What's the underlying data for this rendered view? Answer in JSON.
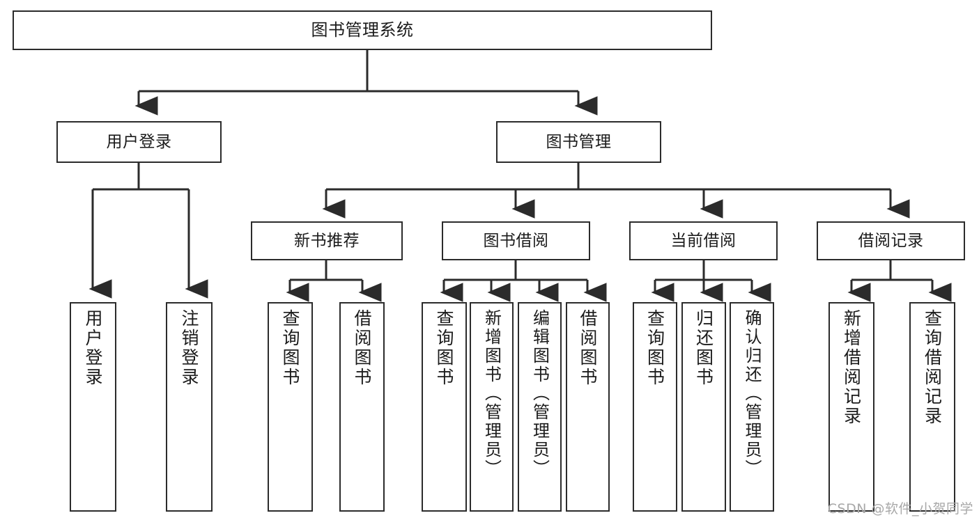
{
  "diagram": {
    "title": "图书管理系统",
    "type": "tree-hierarchy",
    "watermark": "CSDN @软件_小贺同学",
    "colors": {
      "box_border": "#2b2b2b",
      "box_fill": "#ffffff",
      "edge": "#2b2b2b",
      "text": "#1b1b1b",
      "watermark": "#a8a8a8",
      "background": "#ffffff"
    },
    "levels": {
      "level1": [
        {
          "id": "root",
          "label": "图书管理系统"
        }
      ],
      "level2": [
        {
          "id": "user-login",
          "label": "用户登录"
        },
        {
          "id": "book-manage",
          "label": "图书管理"
        }
      ],
      "level3": [
        {
          "id": "new-book-rec",
          "label": "新书推荐"
        },
        {
          "id": "book-borrow",
          "label": "图书借阅"
        },
        {
          "id": "current-borrow",
          "label": "当前借阅"
        },
        {
          "id": "borrow-record",
          "label": "借阅记录"
        }
      ],
      "level4": [
        {
          "id": "leaf-user-login",
          "label": "用户登录",
          "parent": "user-login"
        },
        {
          "id": "leaf-logout",
          "label": "注销登录",
          "parent": "user-login"
        },
        {
          "id": "leaf-query-book-1",
          "label": "查询图书",
          "parent": "new-book-rec"
        },
        {
          "id": "leaf-borrow-book-1",
          "label": "借阅图书",
          "parent": "new-book-rec"
        },
        {
          "id": "leaf-query-book-2",
          "label": "查询图书",
          "parent": "book-borrow"
        },
        {
          "id": "leaf-add-book",
          "label": "新增图书（管理员）",
          "parent": "book-borrow"
        },
        {
          "id": "leaf-edit-book",
          "label": "编辑图书（管理员）",
          "parent": "book-borrow"
        },
        {
          "id": "leaf-borrow-book-2",
          "label": "借阅图书",
          "parent": "book-borrow"
        },
        {
          "id": "leaf-query-book-3",
          "label": "查询图书",
          "parent": "current-borrow"
        },
        {
          "id": "leaf-return-book",
          "label": "归还图书",
          "parent": "current-borrow"
        },
        {
          "id": "leaf-confirm-return",
          "label": "确认归还（管理员）",
          "parent": "current-borrow"
        },
        {
          "id": "leaf-add-record",
          "label": "新增借阅记录",
          "parent": "borrow-record"
        },
        {
          "id": "leaf-query-record",
          "label": "查询借阅记录",
          "parent": "borrow-record"
        }
      ]
    }
  }
}
